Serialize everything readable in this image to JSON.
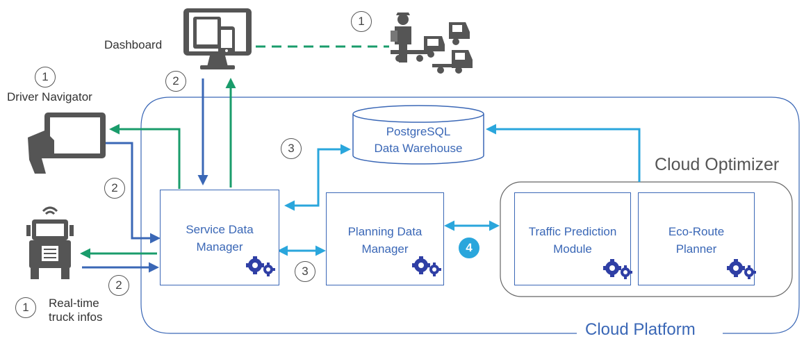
{
  "labels": {
    "dashboard": "Dashboard",
    "driver_navigator": "Driver Navigator",
    "realtime_truck_infos_line1": "Real-time",
    "realtime_truck_infos_line2": "truck infos",
    "cloud_optimizer": "Cloud Optimizer",
    "cloud_platform": "Cloud Platform"
  },
  "components": {
    "service_data_manager": [
      "Service Data",
      "Manager"
    ],
    "planning_data_manager": [
      "Planning Data",
      "Manager"
    ],
    "traffic_prediction_module": [
      "Traffic Prediction",
      "Module"
    ],
    "eco_route_planner": [
      "Eco-Route",
      "Planner"
    ],
    "postgresql_warehouse": [
      "PostgreSQL",
      "Data Warehouse"
    ]
  },
  "step_markers": {
    "fleet_manager": "1",
    "driver_navigator": "1",
    "realtime_truck": "1",
    "dashboard_link": "2",
    "navigator_link": "2",
    "truck_link": "2",
    "warehouse_link": "3",
    "sdm_pdm_link": "3",
    "pdm_optimizer_link": "4"
  },
  "colors": {
    "green": "#1a9c6b",
    "blue": "#3a67b6",
    "light_blue": "#2aa6dc",
    "icon_gray": "#555555",
    "cloud_outline": "#3a67b6",
    "optimizer_outline": "#666666"
  }
}
